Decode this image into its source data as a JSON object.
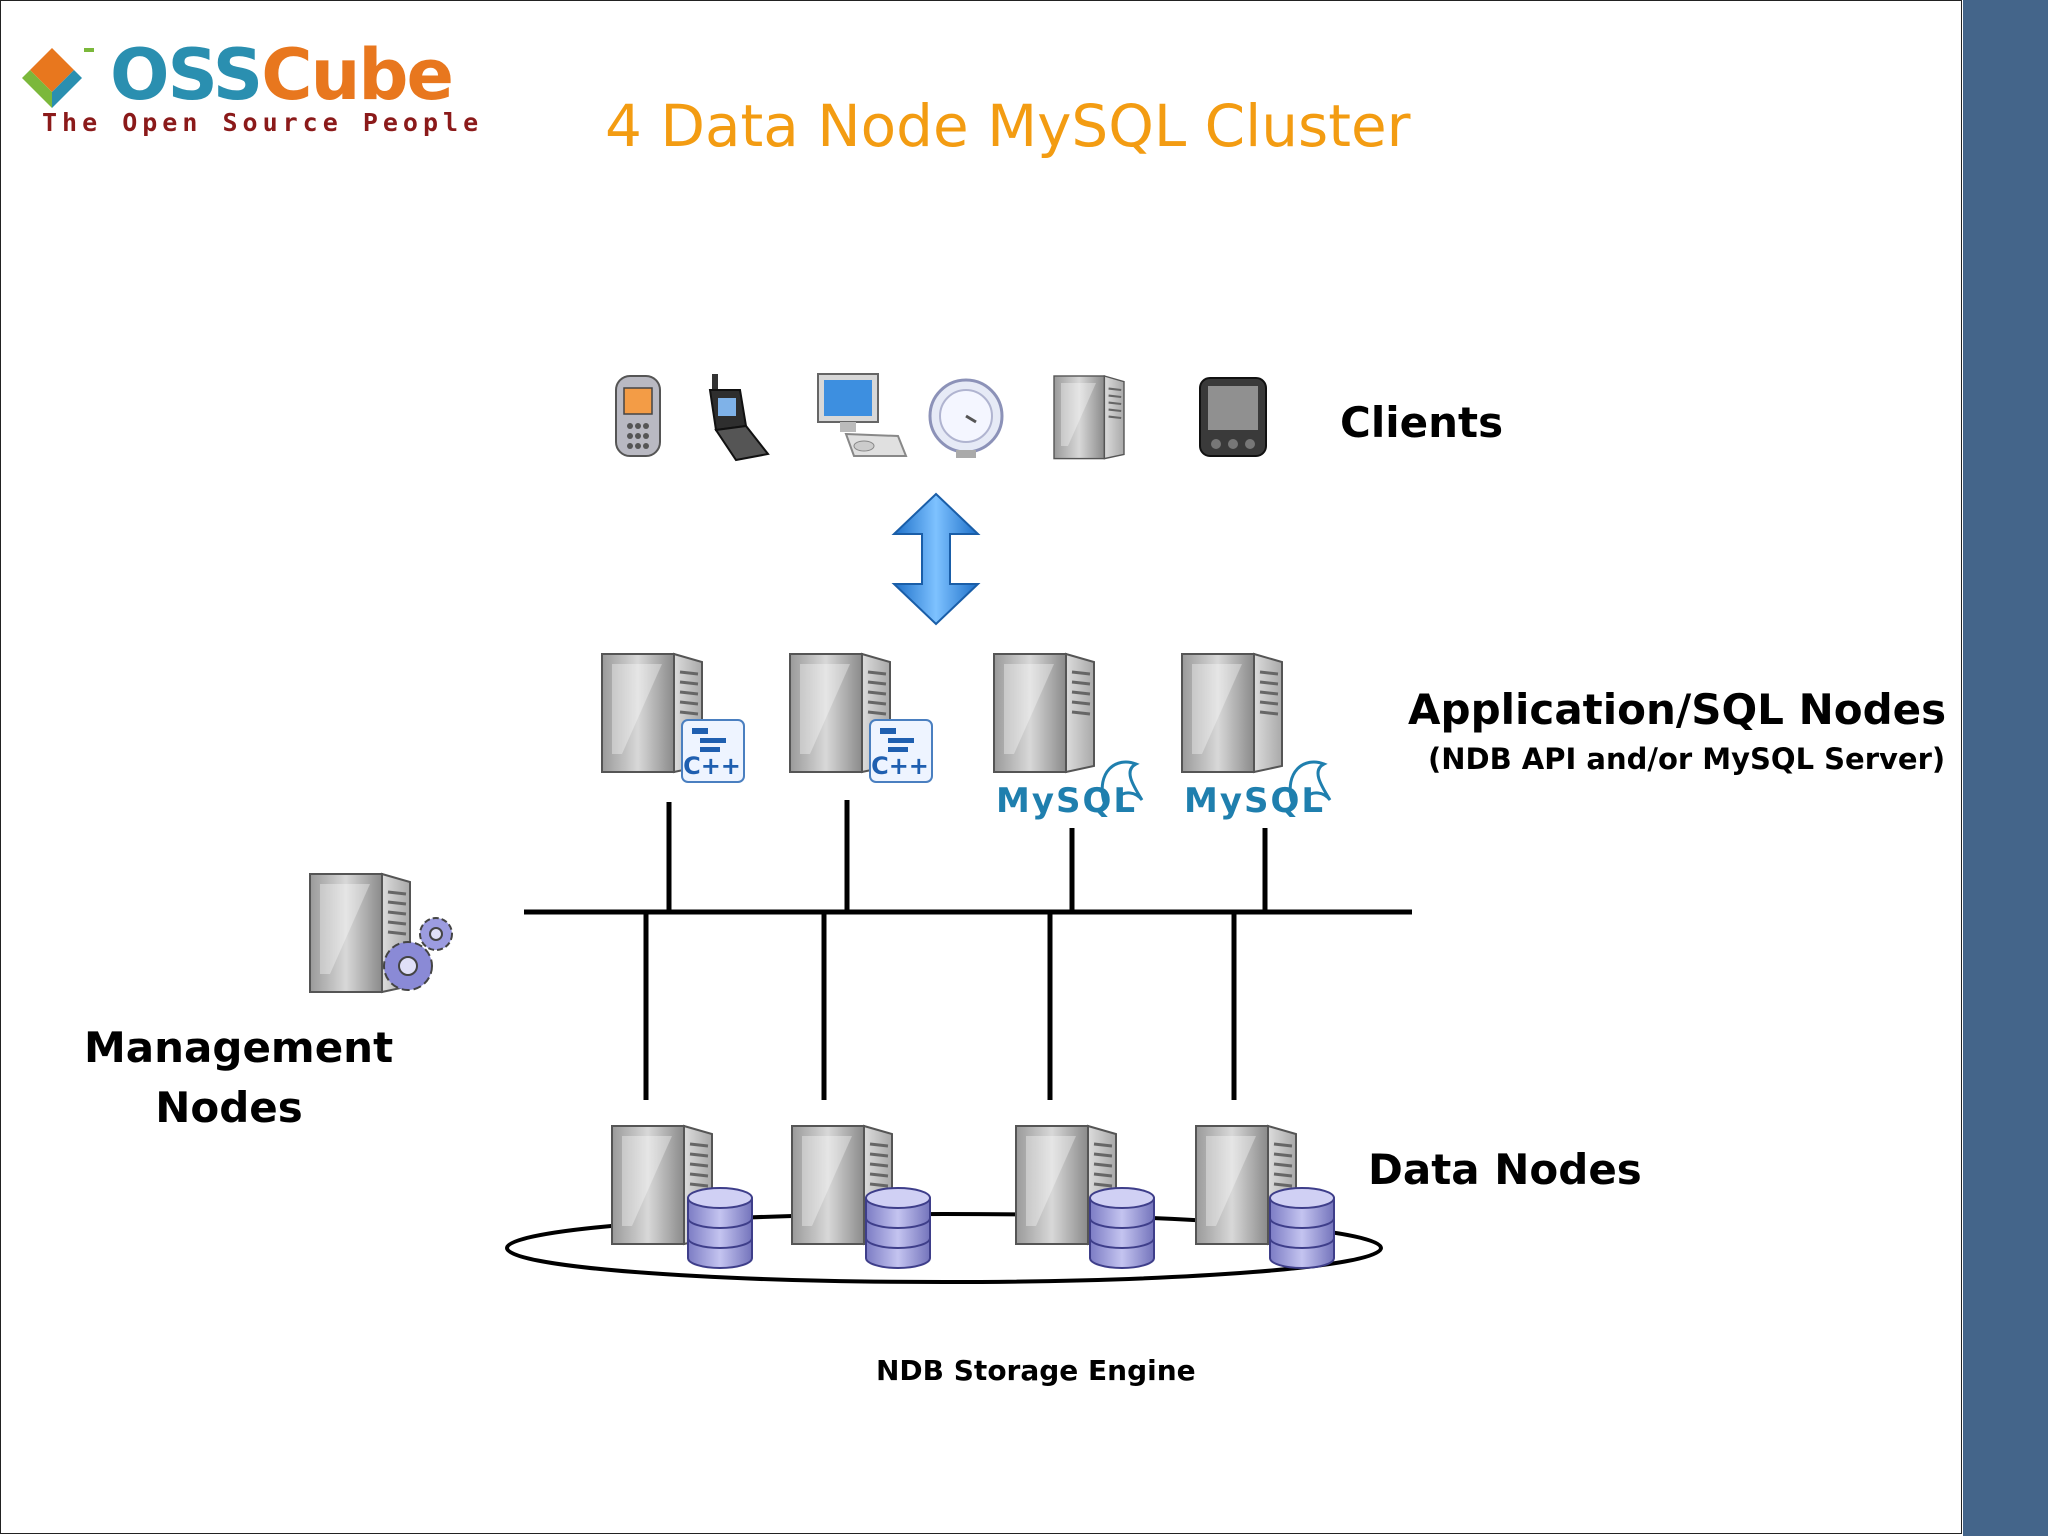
{
  "slide": {
    "title": "4 Data Node MySQL Cluster"
  },
  "logo": {
    "brand_part1": "OSS",
    "brand_part2": "Cube",
    "tagline": "The Open Source People"
  },
  "labels": {
    "clients": "Clients",
    "application_sql_nodes": "Application/SQL Nodes",
    "application_sql_nodes_sub": "(NDB API and/or MySQL Server)",
    "management_nodes_line1": "Management",
    "management_nodes_line2": "Nodes",
    "data_nodes": "Data Nodes",
    "storage_engine": "NDB Storage Engine"
  },
  "clients": [
    "mobile-phone-icon",
    "flip-phone-icon",
    "desktop-computer-icon",
    "satellite-dish-icon",
    "server-icon",
    "pda-icon"
  ],
  "app_nodes": [
    {
      "icon": "cpp-server-icon",
      "badge": "C++"
    },
    {
      "icon": "cpp-server-icon",
      "badge": "C++"
    },
    {
      "icon": "mysql-server-icon",
      "badge": "MySQL"
    },
    {
      "icon": "mysql-server-icon",
      "badge": "MySQL"
    }
  ],
  "data_nodes": [
    "database-server-icon",
    "database-server-icon",
    "database-server-icon",
    "database-server-icon"
  ],
  "management_node": "management-server-icon",
  "colors": {
    "title": "#f39c12",
    "sidebar": "#44658a",
    "arrow": "#2a7fd4",
    "disk": "#9a9ad6",
    "mysql_blue": "#1f7fae"
  }
}
